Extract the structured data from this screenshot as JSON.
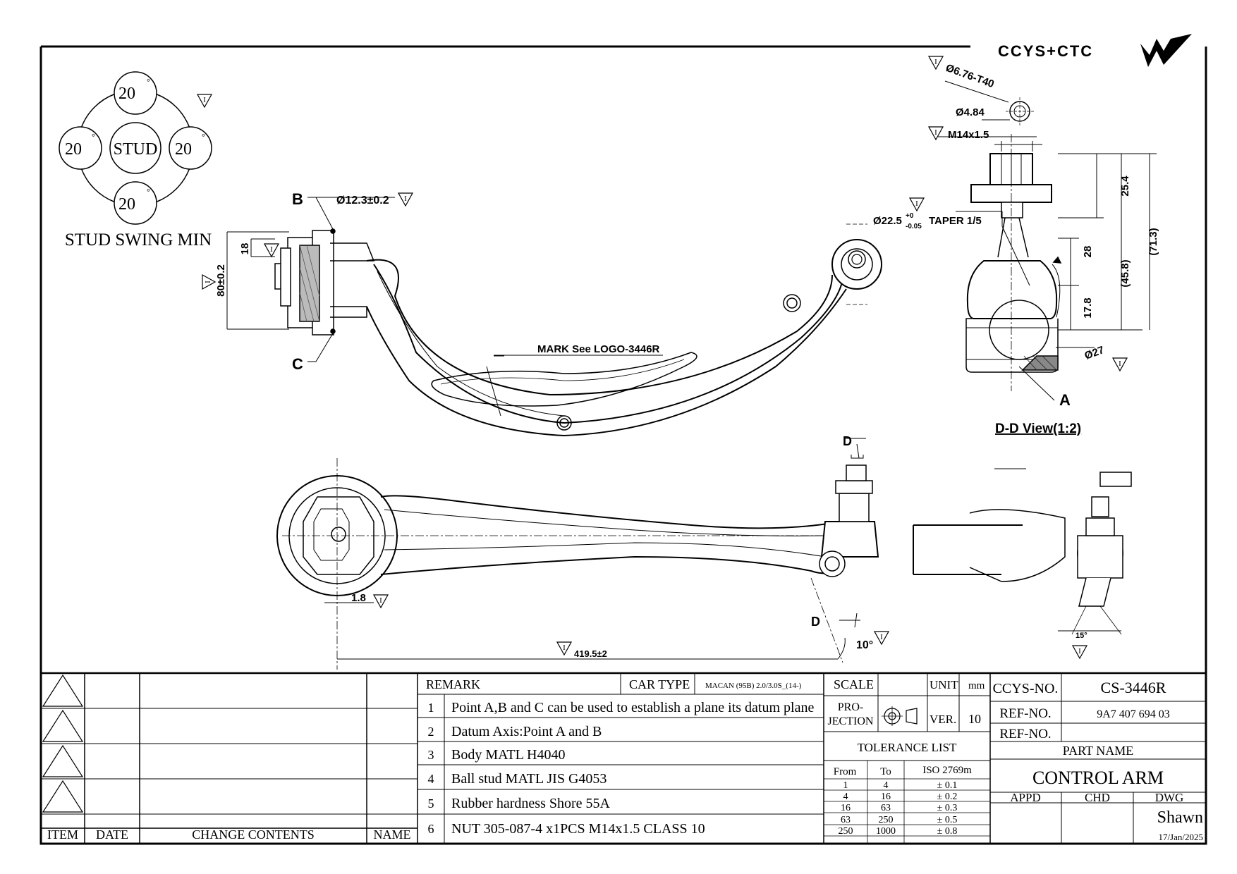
{
  "logo": {
    "text": "CCYS+CTC"
  },
  "stud_swing": {
    "title": "STUD SWING MIN",
    "center": "STUD",
    "top": "20",
    "left": "20",
    "right": "20",
    "bottom": "20",
    "degree": "°",
    "mark": "I"
  },
  "side_view": {
    "point_b": "B",
    "point_c": "C",
    "bore_dia": "Ø12.3±0.2",
    "bush_width": "18",
    "bush_length": "80±0.2",
    "mark_logo": "MARK See LOGO-3446R",
    "mark": "I"
  },
  "dd_view": {
    "stud_tip": "Ø6.76-T40",
    "hole": "Ø4.84",
    "thread": "M14x1.5",
    "taper_main": "Ø22.5",
    "taper_sup": "+0",
    "taper_sub": "-0.05",
    "taper_text": "TAPER 1/5",
    "dim_25": "25.4",
    "dim_28": "28",
    "dim_17": "17.8",
    "dim_45": "(45.8)",
    "dim_71": "(71.3)",
    "ball_dia": "Ø27",
    "point_a": "A",
    "title": "D-D View(1:2)",
    "mark": "I"
  },
  "top_view": {
    "offset": "1.8",
    "length": "419.5±2",
    "angle": "10°",
    "section": "D",
    "mark": "I"
  },
  "side_view2": {
    "angle": "15°",
    "mark": "I"
  },
  "revision_table": {
    "headers": [
      "ITEM",
      "DATE",
      "CHANGE CONTENTS",
      "NAME"
    ],
    "rows": 4
  },
  "remarks": {
    "label": "REMARK",
    "car_type_label": "CAR TYPE",
    "car_type": "MACAN (95B) 2.0/3.0S_(14-)",
    "items": [
      {
        "no": "1",
        "text": "Point A,B and C can be used to establish a plane its datum plane"
      },
      {
        "no": "2",
        "text": "Datum Axis:Point A and B"
      },
      {
        "no": "3",
        "text": "Body MATL H4040"
      },
      {
        "no": "4",
        "text": "Ball stud MATL JIS G4053"
      },
      {
        "no": "5",
        "text": "Rubber hardness Shore 55A"
      },
      {
        "no": "6",
        "text": "NUT 305-087-4 x1PCS  M14x1.5  CLASS 10"
      }
    ]
  },
  "info": {
    "scale_label": "SCALE",
    "scale_value": "",
    "unit_label": "UNIT",
    "unit_value": "mm",
    "projection_label": "PRO-\nJECTION",
    "proj_line1": "PRO-",
    "proj_line2": "JECTION",
    "ver_label": "VER.",
    "ver_value": "10",
    "tolerance_title": "TOLERANCE LIST",
    "tol_headers": [
      "From",
      "To",
      "ISO 2769m"
    ],
    "tolerances": [
      {
        "from": "1",
        "to": "4",
        "tol": "± 0.1"
      },
      {
        "from": "4",
        "to": "16",
        "tol": "± 0.2"
      },
      {
        "from": "16",
        "to": "63",
        "tol": "± 0.3"
      },
      {
        "from": "63",
        "to": "250",
        "tol": "± 0.5"
      },
      {
        "from": "250",
        "to": "1000",
        "tol": "± 0.8"
      }
    ]
  },
  "title_block": {
    "ccys_no_label": "CCYS-NO.",
    "ccys_no": "CS-3446R",
    "ref_no_label": "REF-NO.",
    "ref_no": "9A7 407 694 03",
    "ref_no2_label": "REF-NO.",
    "ref_no2": "",
    "part_name_label": "PART NAME",
    "part_name": "CONTROL ARM",
    "appd_label": "APPD",
    "chd_label": "CHD",
    "dwg_label": "DWG",
    "drawer": "Shawn",
    "date": "17/Jan/2025"
  }
}
